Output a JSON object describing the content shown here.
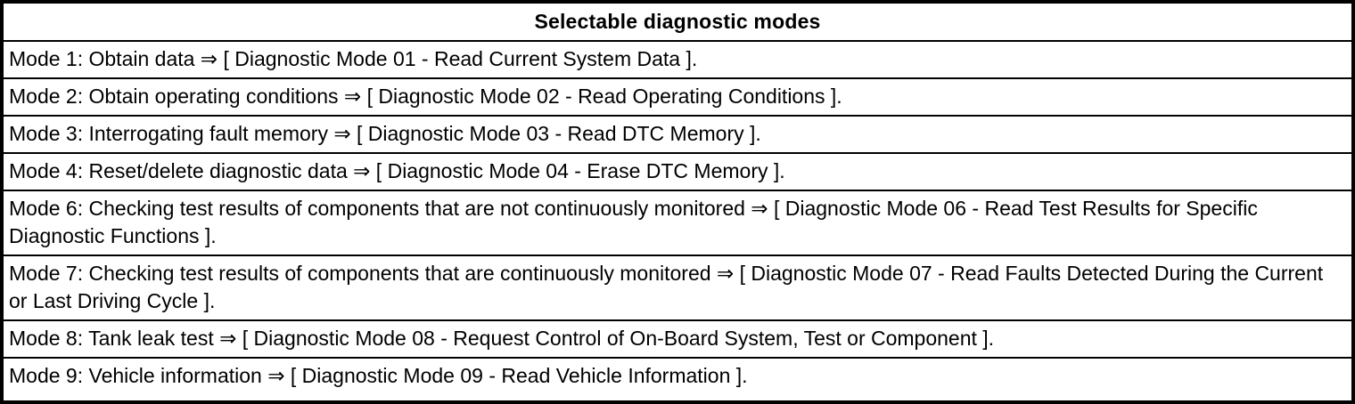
{
  "table": {
    "title": "Selectable diagnostic modes",
    "rows": [
      "Mode 1: Obtain data ⇒ [ Diagnostic Mode 01 - Read Current System Data ].",
      "Mode 2: Obtain operating conditions ⇒ [ Diagnostic Mode 02 - Read Operating Conditions ].",
      "Mode 3: Interrogating fault memory ⇒ [ Diagnostic Mode 03 - Read DTC Memory ].",
      "Mode 4: Reset/delete diagnostic data ⇒ [ Diagnostic Mode 04 - Erase DTC Memory ].",
      "Mode 6: Checking test results of components that are not continuously monitored ⇒ [ Diagnostic Mode 06 - Read Test Results for Specific Diagnostic Functions ].",
      "Mode 7: Checking test results of components that are continuously monitored ⇒ [ Diagnostic Mode 07 - Read Faults Detected During the Current or Last Driving Cycle ].",
      "Mode 8: Tank leak test ⇒ [ Diagnostic Mode 08 - Request Control of On-Board System, Test or Component ].",
      "Mode 9: Vehicle information ⇒ [ Diagnostic Mode 09 - Read Vehicle Information ]."
    ]
  }
}
